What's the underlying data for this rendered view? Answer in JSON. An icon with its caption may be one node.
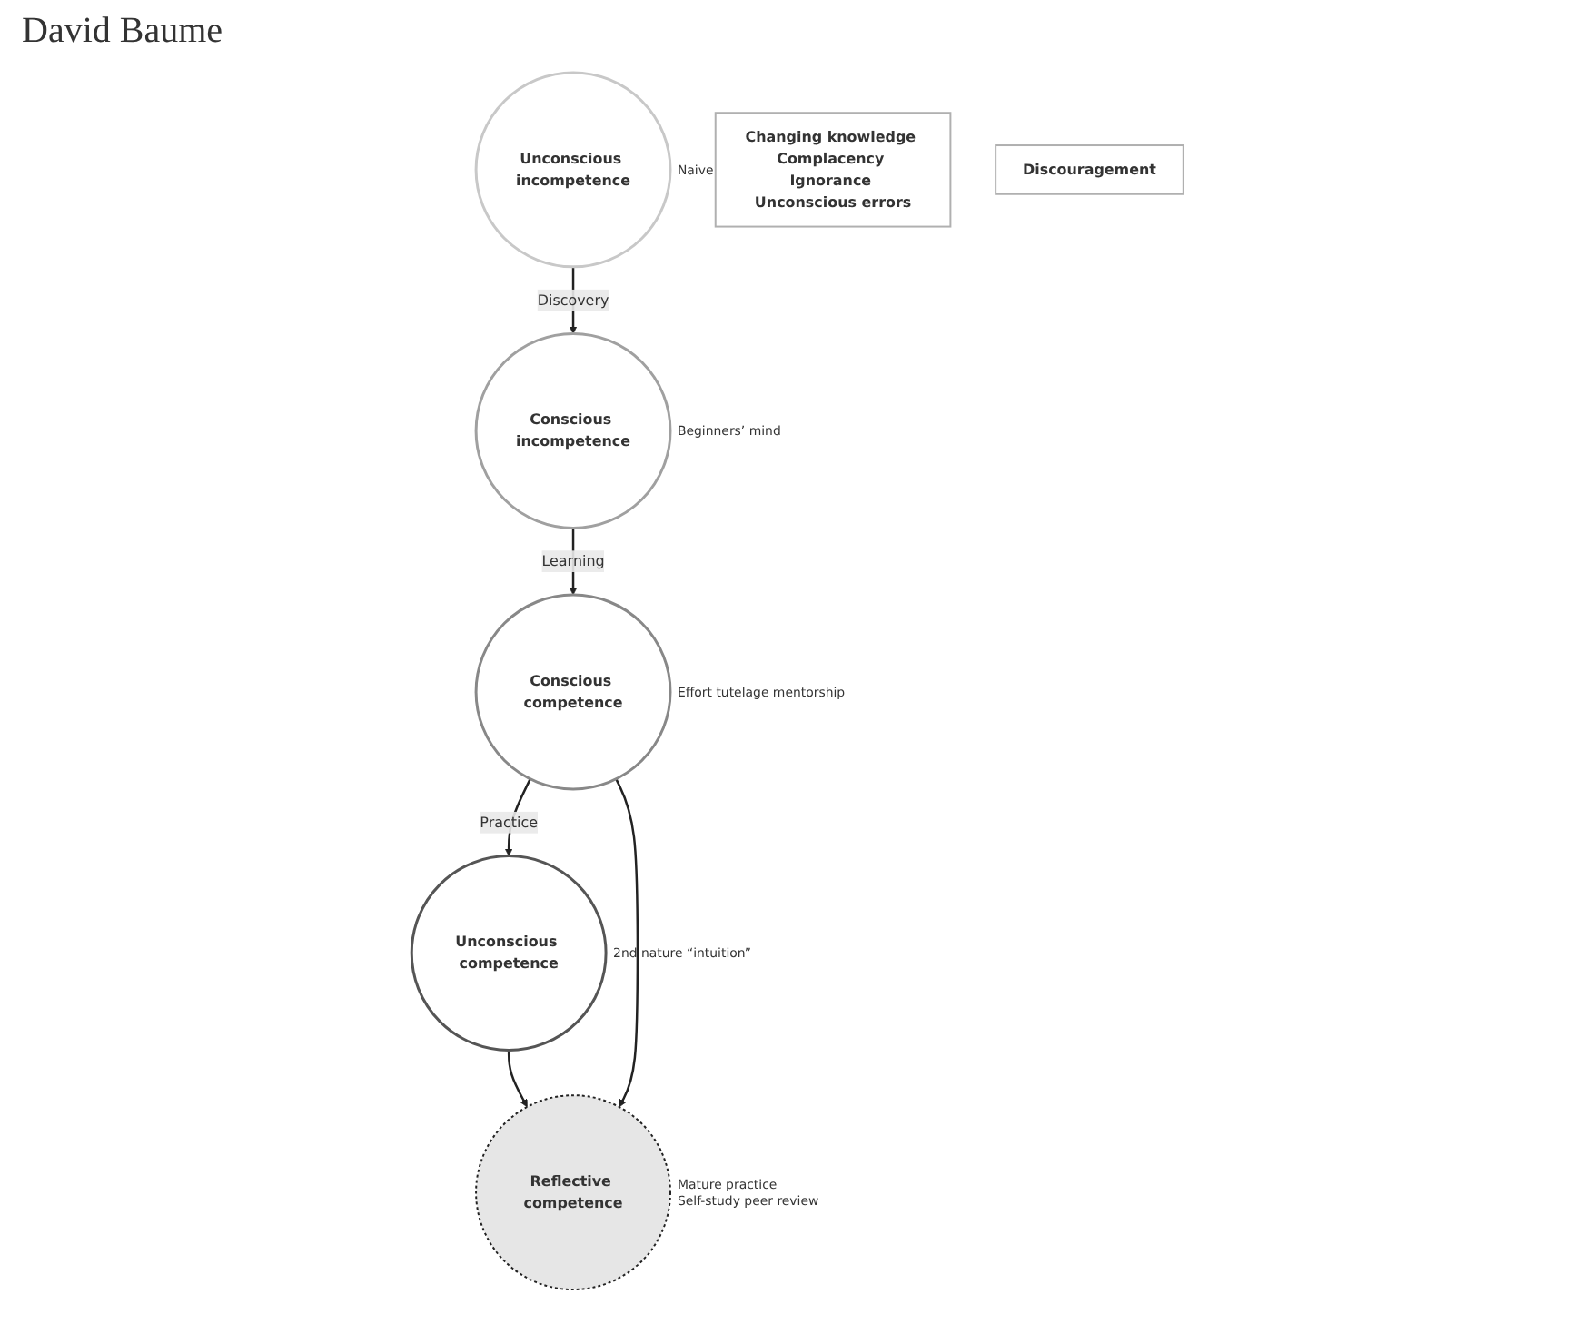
{
  "diagram": {
    "nodes": [
      {
        "text": [
          "Unconscious incompetence"
        ],
        "beside": [
          "Naive"
        ]
      },
      {
        "text": [
          "Conscious incompetence"
        ],
        "beside": [
          "Beginners’ mind"
        ]
      },
      {
        "text": [
          "Conscious competence"
        ],
        "beside": [
          "Effort tutelage mentorship"
        ]
      },
      {
        "text": [
          "Unconscious competence"
        ],
        "beside": [
          "2nd nature “intuition”"
        ]
      },
      {
        "text": [
          "Reflective competence"
        ],
        "beside": [
          "Mature practice",
          "Self-study peer review"
        ]
      },
      {
        "text": [
          "Changing knowledge Complacency Ignorance Unconscious errors"
        ]
      },
      {
        "text": [
          "Discouragement"
        ]
      }
    ],
    "edges": [
      {
        "from": 0,
        "to": 1,
        "arrow": "to",
        "label": "Discovery"
      },
      {
        "from": 1,
        "to": 2,
        "arrow": "to",
        "label": "Learning"
      },
      {
        "from": 2,
        "to": 3,
        "arrow": "to",
        "label": "Practice"
      },
      {
        "from": 3,
        "to": 4,
        "arrow": "to"
      },
      {
        "from": 2,
        "to": 4,
        "arrow": "to"
      }
    ],
    "labels": [
      "David Baume"
    ]
  }
}
